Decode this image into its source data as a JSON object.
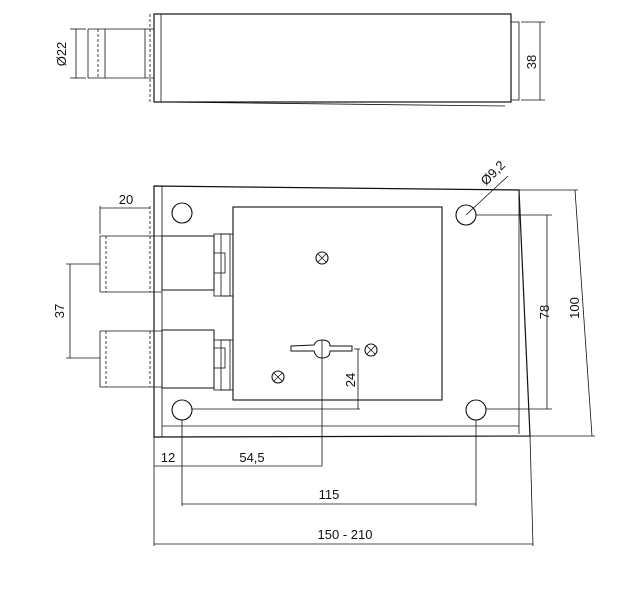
{
  "dimensions": {
    "cylinder_diameter": "Ø22",
    "top_height": "38",
    "hole_diameter": "Ø9,2",
    "cylinder_length": "20",
    "cylinder_spacing": "37",
    "hole_spacing_vertical": "78",
    "total_height": "100",
    "key_offset": "24",
    "edge_offset": "12",
    "backset": "54,5",
    "hole_spacing_horizontal": "115",
    "total_width": "150 - 210"
  }
}
